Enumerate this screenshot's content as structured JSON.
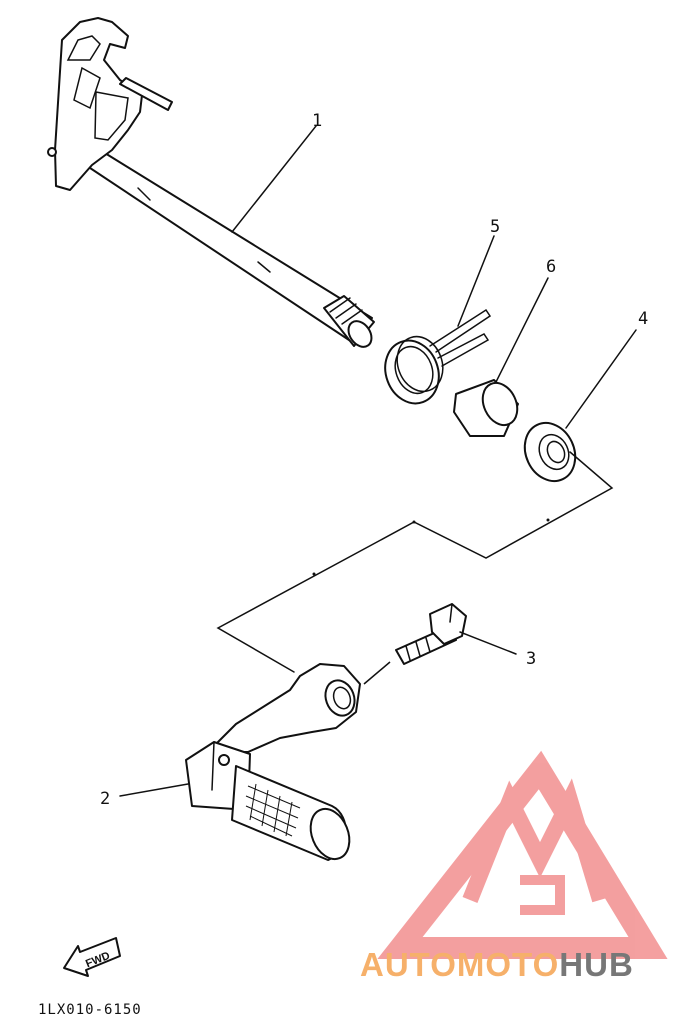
{
  "callouts": [
    {
      "label": "1"
    },
    {
      "label": "2"
    },
    {
      "label": "3"
    },
    {
      "label": "4"
    },
    {
      "label": "5"
    },
    {
      "label": "6"
    }
  ],
  "fwd_label": "FWD",
  "drawing_code": "1LX010-6150",
  "watermark": {
    "text_part1": "AUTOMOTO",
    "text_part2": "HUB",
    "color_primary": "#f6b06a",
    "color_secondary": "#777777",
    "logo_color": "#f08080"
  }
}
